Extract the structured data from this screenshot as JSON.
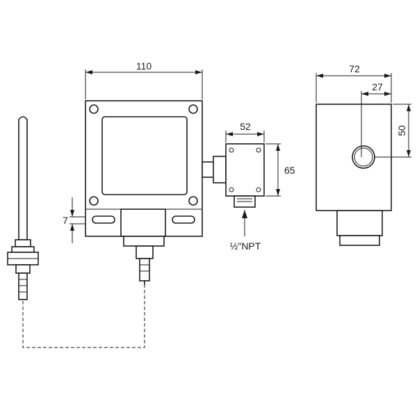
{
  "dimensions": {
    "width_main": "110",
    "width_side": "72",
    "hole_offset": "27",
    "height_side": "50",
    "box_width": "52",
    "box_height": "65",
    "flange_thickness": "7"
  },
  "callouts": {
    "npt": "½\"NPT"
  }
}
